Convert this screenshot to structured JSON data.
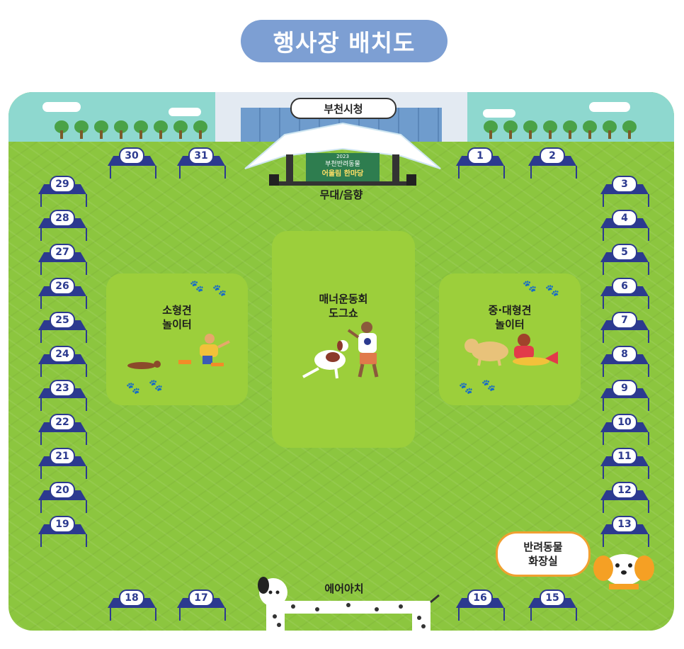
{
  "title": "행사장 배치도",
  "top_label": "부천시청",
  "stage": {
    "label": "무대/음향",
    "banner_line1": "부천반려동물",
    "banner_line2": "어울림 한마당",
    "banner_year": "2023"
  },
  "zones": {
    "small_dog": {
      "line1": "소형견",
      "line2": "놀이터"
    },
    "dog_show": {
      "line1": "매너운동회",
      "line2": "도그쇼"
    },
    "large_dog": {
      "line1": "중·대형견",
      "line2": "놀이터"
    }
  },
  "toilet": {
    "line1": "반려동물",
    "line2": "화장실"
  },
  "air_arch": "에어아치",
  "booths": {
    "b1": "1",
    "b2": "2",
    "b3": "3",
    "b4": "4",
    "b5": "5",
    "b6": "6",
    "b7": "7",
    "b8": "8",
    "b9": "9",
    "b10": "10",
    "b11": "11",
    "b12": "12",
    "b13": "13",
    "b15": "15",
    "b16": "16",
    "b17": "17",
    "b18": "18",
    "b19": "19",
    "b20": "20",
    "b21": "21",
    "b22": "22",
    "b23": "23",
    "b24": "24",
    "b25": "25",
    "b26": "26",
    "b27": "27",
    "b28": "28",
    "b29": "29",
    "b30": "30",
    "b31": "31"
  },
  "colors": {
    "title_pill": "#7d9fd3",
    "grass": "#8cc63f",
    "zone": "#9ccf3b",
    "booth": "#2c3a8f",
    "sky": "#8ed8cf"
  }
}
